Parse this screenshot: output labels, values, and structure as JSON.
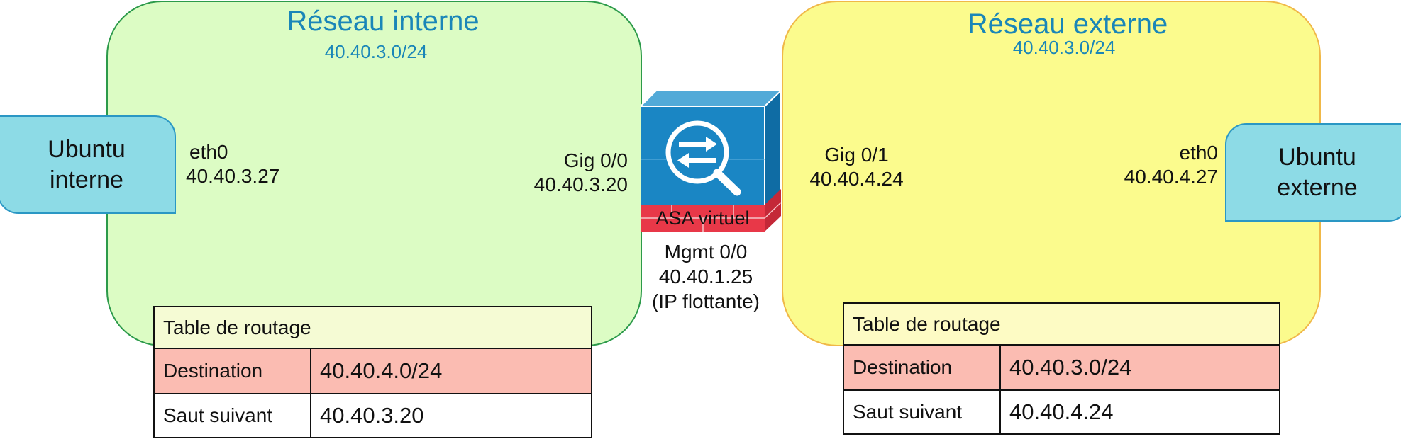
{
  "internal_network": {
    "title": "Réseau interne",
    "subnet": "40.40.3.0/24",
    "host": {
      "line1": "Ubuntu",
      "line2": "interne"
    },
    "host_iface": {
      "name": "eth0",
      "ip": "40.40.3.27"
    },
    "asa_iface": {
      "name": "Gig 0/0",
      "ip": "40.40.3.20"
    },
    "routing_table": {
      "title": "Table de routage",
      "destination_label": "Destination",
      "destination_value": "40.40.4.0/24",
      "next_hop_label": "Saut suivant",
      "next_hop_value": "40.40.3.20"
    }
  },
  "external_network": {
    "title": "Réseau externe",
    "subnet": "40.40.3.0/24",
    "host": {
      "line1": "Ubuntu",
      "line2": "externe"
    },
    "host_iface": {
      "name": "eth0",
      "ip": "40.40.4.27"
    },
    "asa_iface": {
      "name": "Gig 0/1",
      "ip": "40.40.4.24"
    },
    "routing_table": {
      "title": "Table de routage",
      "destination_label": "Destination",
      "destination_value": "40.40.3.0/24",
      "next_hop_label": "Saut suivant",
      "next_hop_value": "40.40.4.24"
    }
  },
  "asa": {
    "label": "ASA virtuel",
    "mgmt_name": "Mgmt 0/0",
    "mgmt_ip": "40.40.1.25",
    "mgmt_note": "(IP flottante)",
    "icon": "asa-firewall-icon"
  },
  "colors": {
    "internal_fill": "#dcfcc4",
    "internal_border": "#2c9a4a",
    "external_fill": "#fbfb8d",
    "external_border": "#f0b848",
    "host_fill": "#8ddbe6",
    "title_text": "#1a86b8",
    "destination_row": "#fbbcb2",
    "asa_blue": "#1a86c4",
    "asa_red": "#e83848"
  }
}
